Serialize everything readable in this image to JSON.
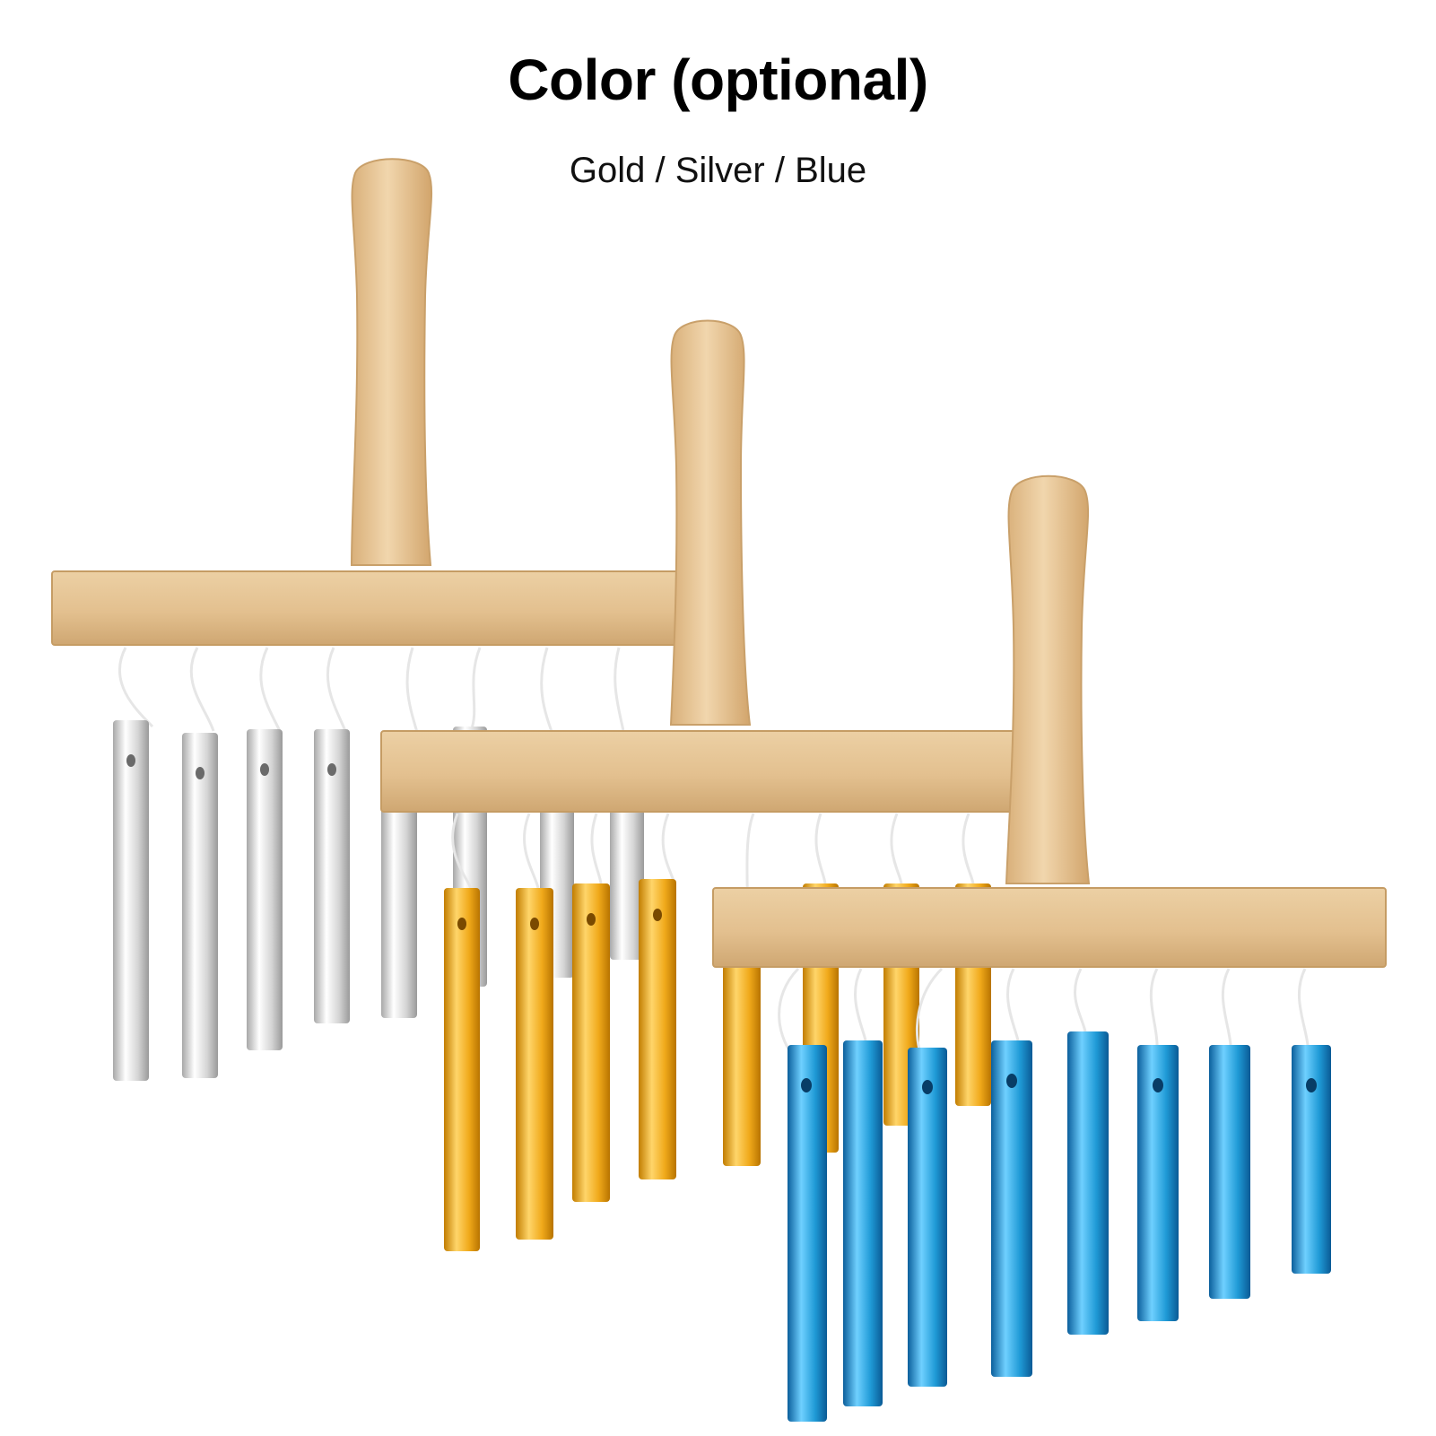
{
  "header": {
    "title": "Color (optional)",
    "subtitle": "Gold  / Silver / Blue"
  },
  "products": [
    {
      "name": "silver",
      "tube_color": "#d9d9d9",
      "tube_highlight": "#ffffff",
      "tube_shadow": "#9a9a9a"
    },
    {
      "name": "gold",
      "tube_color": "#f0a91a",
      "tube_highlight": "#ffd56a",
      "tube_shadow": "#c27d00"
    },
    {
      "name": "blue",
      "tube_color": "#1f9ad6",
      "tube_highlight": "#6fd0ff",
      "tube_shadow": "#0b5f9c"
    }
  ],
  "colors": {
    "wood": "#e3c08f",
    "wood_dark": "#c99e66",
    "wood_light": "#f1d6ad",
    "string": "#e9e9e9"
  }
}
